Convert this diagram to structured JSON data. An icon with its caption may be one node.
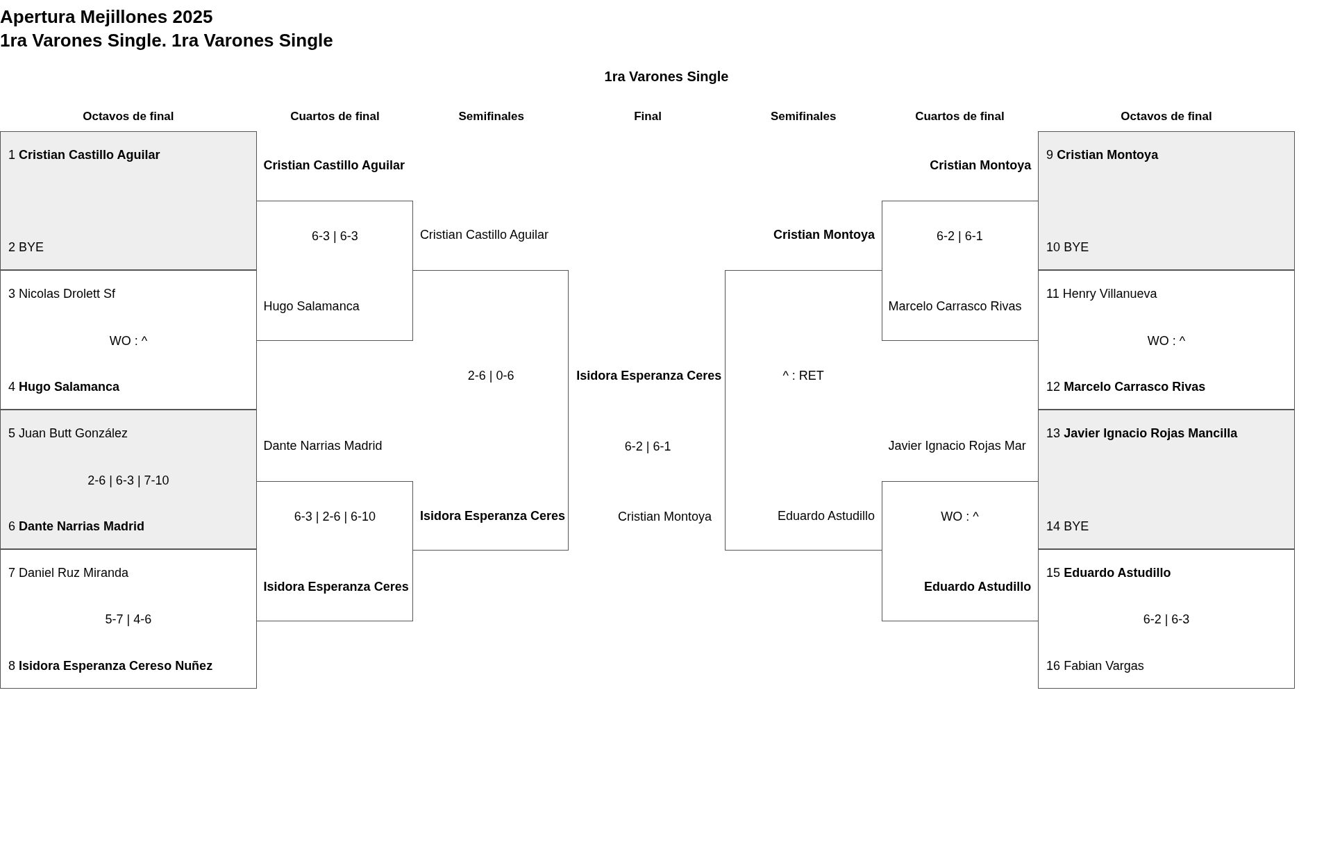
{
  "diagram": {
    "title": "Apertura Mejillones 2025",
    "nodes": [
      {
        "text": [
          "1 **Cristian Castillo Aguilar**",
          "2 BYE"
        ]
      },
      {
        "text": [
          "3 Nicolas Drolett Sf",
          "WO : ^",
          "4 **Hugo Salamanca**"
        ]
      },
      {
        "text": [
          "5 Juan Butt González",
          "2-6 | 6-3 | 7-10",
          "6 **Dante Narrias Madrid**"
        ]
      },
      {
        "text": [
          "7 Daniel Ruz Miranda",
          "5-7 | 4-6",
          "8 **Isidora Esperanza Cereso Nuñez**"
        ]
      },
      {
        "text": [
          "Cristian Castillo Aguilar",
          "6-3 | 6-3",
          "Hugo Salamanca"
        ]
      },
      {
        "text": [
          "Dante Narrias Madrid",
          "6-3 | 2-6 | 6-10",
          "Isidora Esperanza Ceres"
        ]
      },
      {
        "text": [
          "Cristian Castillo Aguilar",
          "2-6 | 0-6",
          "Isidora Esperanza Ceres"
        ]
      },
      {
        "text": [
          "Cristian Montoya",
          "^ : RET",
          "Eduardo Astudillo"
        ]
      },
      {
        "text": [
          "Cristian Montoya",
          "6-2 | 6-1",
          "Marcelo Carrasco Rivas"
        ]
      },
      {
        "text": [
          "Javier Ignacio Rojas Mar",
          "WO : ^",
          "Eduardo Astudillo"
        ]
      },
      {
        "text": [
          "9 **Cristian Montoya**",
          "10 BYE"
        ]
      },
      {
        "text": [
          "11 Henry Villanueva",
          "WO : ^",
          "12 **Marcelo Carrasco Rivas**"
        ]
      },
      {
        "text": [
          "13 **Javier Ignacio Rojas Mancilla**",
          "14 BYE"
        ]
      },
      {
        "text": [
          "15 **Eduardo Astudillo**",
          "6-2 | 6-3",
          "16 Fabian Vargas"
        ]
      }
    ],
    "labels": [
      "1ra Varones Single. 1ra Varones Single",
      "1ra Varones Single",
      "Octavos de final",
      "Cuartos de final",
      "Semifinales",
      "Final",
      "Semifinales",
      "Cuartos de final",
      "Octavos de final",
      "Isidora Esperanza Ceres",
      "6-2 | 6-1",
      "Cristian Montoya"
    ]
  }
}
